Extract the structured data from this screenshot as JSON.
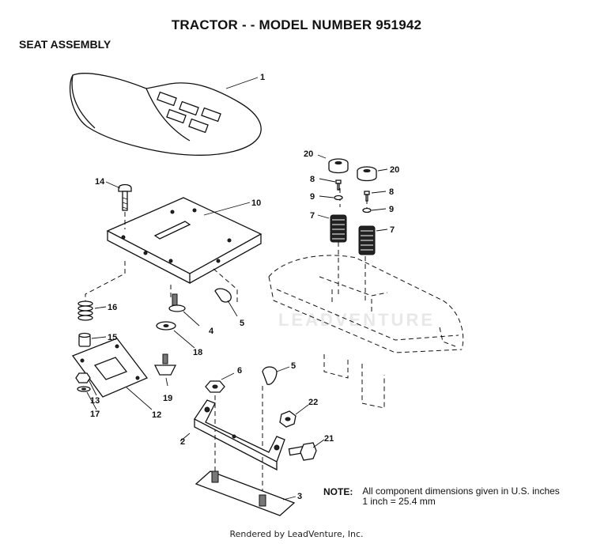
{
  "header": {
    "title": "TRACTOR - - MODEL NUMBER 951942",
    "subtitle": "SEAT ASSEMBLY"
  },
  "callouts": {
    "c1": "1",
    "c2": "2",
    "c3": "3",
    "c4": "4",
    "c5a": "5",
    "c5b": "5",
    "c6": "6",
    "c7a": "7",
    "c7b": "7",
    "c8a": "8",
    "c8b": "8",
    "c9a": "9",
    "c9b": "9",
    "c10": "10",
    "c12": "12",
    "c13": "13",
    "c14": "14",
    "c15": "15",
    "c16": "16",
    "c17": "17",
    "c18": "18",
    "c19": "19",
    "c20a": "20",
    "c20b": "20",
    "c21": "21",
    "c22": "22"
  },
  "note": {
    "label": "NOTE:",
    "line1": "All component dimensions given in U.S. inches",
    "line2": "1 inch = 25.4 mm"
  },
  "watermark": "LEADVENTURE",
  "footer": "Rendered by LeadVenture, Inc."
}
